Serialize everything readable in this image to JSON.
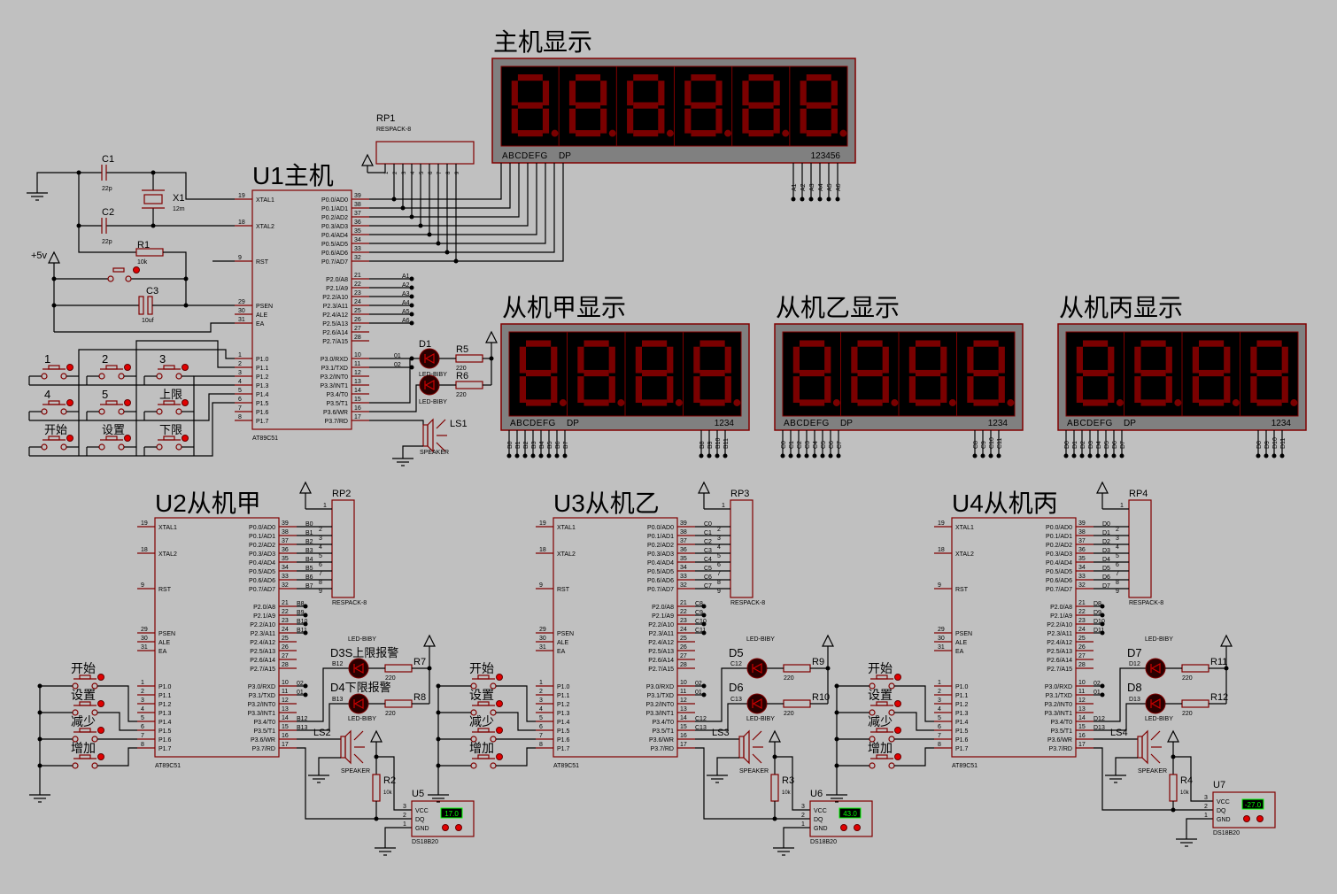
{
  "colors": {
    "background": "#c0c0c0",
    "wire": "#000000",
    "component": "#800000",
    "segment_off": "#7a0000",
    "lcd_text": "#00ff00"
  },
  "main_display": {
    "title": "主机显示",
    "segment_label": "ABCDEFG",
    "dp_label": "DP",
    "digit_label": "123456",
    "digit_pins": [
      "A1",
      "A2",
      "A3",
      "A4",
      "A5",
      "A6"
    ]
  },
  "slave_displays": [
    {
      "title": "从机甲显示",
      "segment_label": "ABCDEFG",
      "dp_label": "DP",
      "digit_label": "1234",
      "segment_pins": [
        "B0",
        "B1",
        "B2",
        "B3",
        "B4",
        "B5",
        "B6",
        "B7"
      ],
      "digit_pins": [
        "B8",
        "B9",
        "B10",
        "B11"
      ]
    },
    {
      "title": "从机乙显示",
      "segment_label": "ABCDEFG",
      "dp_label": "DP",
      "digit_label": "1234",
      "segment_pins": [
        "C0",
        "C1",
        "C2",
        "C3",
        "C4",
        "C5",
        "C6",
        "C7"
      ],
      "digit_pins": [
        "C8",
        "C9",
        "C10",
        "C11"
      ]
    },
    {
      "title": "从机丙显示",
      "segment_label": "ABCDEFG",
      "dp_label": "DP",
      "digit_label": "1234",
      "segment_pins": [
        "D0",
        "D1",
        "D2",
        "D3",
        "D4",
        "D5",
        "D6",
        "D7"
      ],
      "digit_pins": [
        "D8",
        "D9",
        "D10",
        "D11"
      ]
    }
  ],
  "pin_map": {
    "left": [
      {
        "num": "19",
        "name": "XTAL1"
      },
      {
        "num": "18",
        "name": "XTAL2"
      },
      {
        "num": "9",
        "name": "RST"
      },
      {
        "num": "29",
        "name": "PSEN"
      },
      {
        "num": "30",
        "name": "ALE"
      },
      {
        "num": "31",
        "name": "EA"
      },
      {
        "num": "1",
        "name": "P1.0"
      },
      {
        "num": "2",
        "name": "P1.1"
      },
      {
        "num": "3",
        "name": "P1.2"
      },
      {
        "num": "4",
        "name": "P1.3"
      },
      {
        "num": "5",
        "name": "P1.4"
      },
      {
        "num": "6",
        "name": "P1.5"
      },
      {
        "num": "7",
        "name": "P1.6"
      },
      {
        "num": "8",
        "name": "P1.7"
      }
    ],
    "right": [
      {
        "num": "39",
        "name": "P0.0/AD0"
      },
      {
        "num": "38",
        "name": "P0.1/AD1"
      },
      {
        "num": "37",
        "name": "P0.2/AD2"
      },
      {
        "num": "36",
        "name": "P0.3/AD3"
      },
      {
        "num": "35",
        "name": "P0.4/AD4"
      },
      {
        "num": "34",
        "name": "P0.5/AD5"
      },
      {
        "num": "33",
        "name": "P0.6/AD6"
      },
      {
        "num": "32",
        "name": "P0.7/AD7"
      },
      {
        "num": "21",
        "name": "P2.0/A8"
      },
      {
        "num": "22",
        "name": "P2.1/A9"
      },
      {
        "num": "23",
        "name": "P2.2/A10"
      },
      {
        "num": "24",
        "name": "P2.3/A11"
      },
      {
        "num": "25",
        "name": "P2.4/A12"
      },
      {
        "num": "26",
        "name": "P2.5/A13"
      },
      {
        "num": "27",
        "name": "P2.6/A14"
      },
      {
        "num": "28",
        "name": "P2.7/A15"
      },
      {
        "num": "10",
        "name": "P3.0/RXD"
      },
      {
        "num": "11",
        "name": "P3.1/TXD"
      },
      {
        "num": "12",
        "name": "P3.2/INT0"
      },
      {
        "num": "13",
        "name": "P3.3/INT1"
      },
      {
        "num": "14",
        "name": "P3.4/T0"
      },
      {
        "num": "15",
        "name": "P3.5/T1"
      },
      {
        "num": "16",
        "name": "P3.6/WR"
      },
      {
        "num": "17",
        "name": "P3.7/RD"
      }
    ]
  },
  "mcus": [
    {
      "ref": "U1主机",
      "part": "AT89C51",
      "p2_nets": [
        "A1",
        "A2",
        "A3",
        "A4",
        "A5",
        "A6"
      ],
      "p3_nets": [
        "01",
        "02"
      ]
    },
    {
      "ref": "U2从机甲",
      "part": "AT89C51",
      "p2_nets": [
        "B8",
        "B9",
        "B10",
        "B11"
      ],
      "p3_nets": [
        "02",
        "01"
      ],
      "led_nets": [
        "B12",
        "B13"
      ]
    },
    {
      "ref": "U3从机乙",
      "part": "AT89C51",
      "p2_nets": [
        "C8",
        "C9",
        "C10",
        "C11"
      ],
      "p3_nets": [
        "02",
        "01"
      ],
      "led_nets": [
        "C12",
        "C13"
      ]
    },
    {
      "ref": "U4从机丙",
      "part": "AT89C51",
      "p2_nets": [
        "D8",
        "D9",
        "D10",
        "D11"
      ],
      "p3_nets": [
        "02",
        "01"
      ],
      "led_nets": [
        "D12",
        "D13"
      ]
    }
  ],
  "master": {
    "C1": {
      "ref": "C1",
      "value": "22p"
    },
    "C2": {
      "ref": "C2",
      "value": "22p"
    },
    "X1": {
      "ref": "X1",
      "value": "12m"
    },
    "R1": {
      "ref": "R1",
      "value": "10k"
    },
    "C3": {
      "ref": "C3",
      "value": "10uf"
    },
    "power": "+5v",
    "RP1": {
      "ref": "RP1",
      "value": "RESPACK-8"
    },
    "rp_pins": [
      "1",
      "2",
      "3",
      "4",
      "5",
      "6",
      "7",
      "8",
      "9"
    ],
    "keys": [
      "1",
      "2",
      "3",
      "4",
      "5",
      "上限",
      "开始",
      "设置",
      "下限"
    ],
    "D1": {
      "ref": "D1",
      "value": "LED-BIBY"
    },
    "D2": {
      "value": "LED-BIBY"
    },
    "R5": {
      "ref": "R5",
      "value": "220"
    },
    "R6": {
      "ref": "R6",
      "value": "220"
    },
    "LS1": {
      "ref": "LS1",
      "value": "SPEAKER"
    }
  },
  "slaves": [
    {
      "rp": {
        "ref": "RP2",
        "value": "RESPACK-8"
      },
      "rp_pins": [
        "1",
        "2",
        "3",
        "4",
        "5",
        "6",
        "7",
        "8",
        "9"
      ],
      "led_hi": {
        "ref": "D3S上限报警",
        "value": "LED-BIBY"
      },
      "led_lo": {
        "ref": "D4下限报警",
        "value": "LED-BIBY"
      },
      "r_hi": {
        "ref": "R7",
        "value": "220"
      },
      "r_lo": {
        "ref": "R8",
        "value": "220"
      },
      "speaker": {
        "ref": "LS2",
        "value": "SPEAKER"
      },
      "pullup": {
        "ref": "R2",
        "value": "10k"
      },
      "sensor": {
        "ref": "U5",
        "part": "DS18B20",
        "pins": [
          "VCC",
          "DQ",
          "GND"
        ],
        "pin_nums": [
          "3",
          "2",
          "1"
        ],
        "temperature": "17.0"
      },
      "keys": [
        "开始",
        "设置",
        "减少",
        "增加"
      ]
    },
    {
      "rp": {
        "ref": "RP3",
        "value": "RESPACK-8"
      },
      "rp_pins": [
        "1",
        "2",
        "3",
        "4",
        "5",
        "6",
        "7",
        "8",
        "9"
      ],
      "led_hi": {
        "ref": "D5",
        "value": "LED-BIBY"
      },
      "led_lo": {
        "ref": "D6",
        "value": "LED-BIBY"
      },
      "r_hi": {
        "ref": "R9",
        "value": "220"
      },
      "r_lo": {
        "ref": "R10",
        "value": "220"
      },
      "speaker": {
        "ref": "LS3",
        "value": "SPEAKER"
      },
      "pullup": {
        "ref": "R3",
        "value": "10k"
      },
      "sensor": {
        "ref": "U6",
        "part": "DS18B20",
        "pins": [
          "VCC",
          "DQ",
          "GND"
        ],
        "pin_nums": [
          "3",
          "2",
          "1"
        ],
        "temperature": "43.0"
      },
      "keys": [
        "开始",
        "设置",
        "减少",
        "增加"
      ]
    },
    {
      "rp": {
        "ref": "RP4",
        "value": "RESPACK-8"
      },
      "rp_pins": [
        "1",
        "2",
        "3",
        "4",
        "5",
        "6",
        "7",
        "8",
        "9"
      ],
      "led_hi": {
        "ref": "D7",
        "value": "LED-BIBY"
      },
      "led_lo": {
        "ref": "D8",
        "value": "LED-BIBY"
      },
      "r_hi": {
        "ref": "R11",
        "value": "220"
      },
      "r_lo": {
        "ref": "R12",
        "value": "220"
      },
      "speaker": {
        "ref": "LS4",
        "value": "SPEAKER"
      },
      "pullup": {
        "ref": "R4",
        "value": "10k"
      },
      "sensor": {
        "ref": "U7",
        "part": "DS18B20",
        "pins": [
          "VCC",
          "DQ",
          "GND"
        ],
        "pin_nums": [
          "3",
          "2",
          "1"
        ],
        "temperature": "-27.0"
      },
      "keys": [
        "开始",
        "设置",
        "减少",
        "增加"
      ]
    }
  ]
}
